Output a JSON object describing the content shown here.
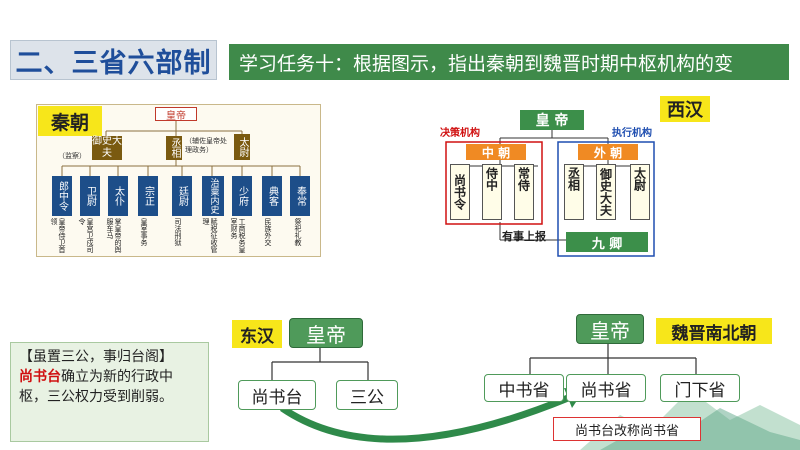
{
  "title": "二、三省六部制",
  "task": "学习任务十：根据图示，指出秦朝到魏晋时期中枢机构的变",
  "qin": {
    "label": "秦朝",
    "emperor": "皇帝",
    "yushi": "御史大夫",
    "yushi_note": "（监察）",
    "chengxiang": "丞相",
    "chengxiang_note": "（辅佐皇帝处理政务）",
    "taiwei": "太尉",
    "ministers": [
      {
        "name": "郎中令",
        "duty": "皇帝侍卫首领"
      },
      {
        "name": "卫尉",
        "duty": "皇宫卫戍司令"
      },
      {
        "name": "太仆",
        "duty": "掌皇帝的舆服车马"
      },
      {
        "name": "宗正",
        "duty": "皇室事务"
      },
      {
        "name": "廷尉",
        "duty": "司法刑狱"
      },
      {
        "name": "治粟内史",
        "duty": "赋税征收管理"
      },
      {
        "name": "少府",
        "duty": "工商税务皇室财务"
      },
      {
        "name": "典客",
        "duty": "民族外交"
      },
      {
        "name": "奉常",
        "duty": "祭祀礼教"
      }
    ]
  },
  "xihan": {
    "label": "西汉",
    "emperor": "皇 帝",
    "decision_label": "决策机构",
    "exec_label": "执行机构",
    "zhongchao": "中 朝",
    "waichao": "外 朝",
    "zhong_offices": [
      "尚书令",
      "侍中",
      "常侍"
    ],
    "wai_offices": [
      "丞相",
      "御史大夫",
      "太尉"
    ],
    "report": "有事上报",
    "jiuqing": "九 卿"
  },
  "summary": {
    "heading": "【虽置三公，事归台阁】",
    "highlight": "尚书台",
    "rest": "确立为新的行政中枢，三公权力受到削弱。"
  },
  "donghan": {
    "label": "东汉",
    "emperor": "皇帝",
    "shangshutai": "尚书台",
    "sangong": "三公"
  },
  "weijin": {
    "label": "魏晋南北朝",
    "emperor": "皇帝",
    "zhongshu": "中书省",
    "shangshu": "尚书省",
    "menxia": "门下省",
    "rename": "尚书台改称尚书省"
  },
  "colors": {
    "green": "#3c8f4a",
    "blue": "#1d4e89",
    "brown": "#7a5a10",
    "yellow": "#f7e61a",
    "orange": "#f08a23",
    "red": "#d01010"
  }
}
